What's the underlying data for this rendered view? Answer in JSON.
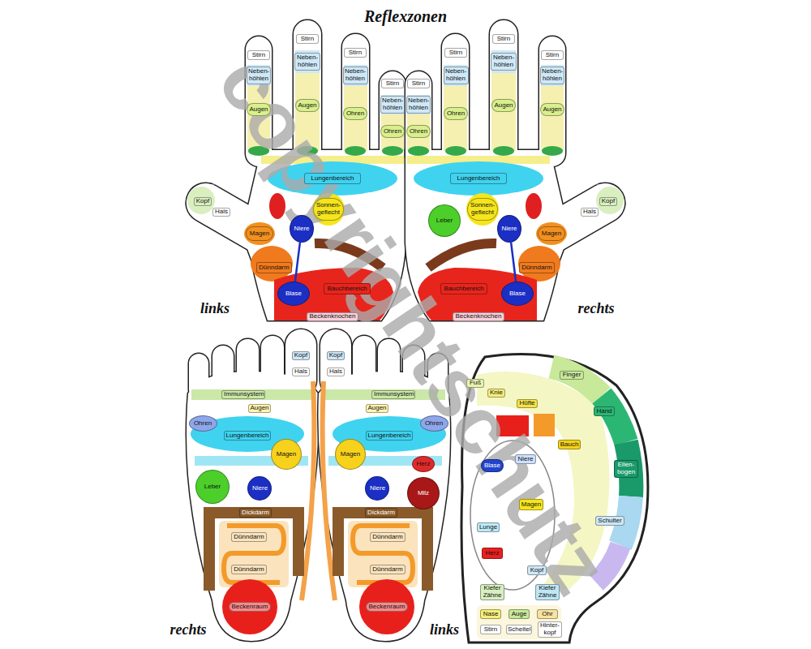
{
  "diagram": {
    "title": "Reflexzonen",
    "nodes": [
      {
        "text": [
          "Stirn"
        ]
      },
      {
        "text": [
          "Neben-höhlen"
        ]
      },
      {
        "text": [
          "Augen"
        ]
      },
      {
        "text": [
          "Stirn"
        ]
      },
      {
        "text": [
          "Neben-höhlen"
        ]
      },
      {
        "text": [
          "Augen"
        ]
      },
      {
        "text": [
          "Stirn"
        ]
      },
      {
        "text": [
          "Neben-höhlen"
        ]
      },
      {
        "text": [
          "Ohren"
        ]
      },
      {
        "text": [
          "Stirn"
        ]
      },
      {
        "text": [
          "Neben-höhlen"
        ]
      },
      {
        "text": [
          "Ohren"
        ]
      },
      {
        "text": [
          "Kopf"
        ]
      },
      {
        "text": [
          "Hals"
        ]
      },
      {
        "text": [
          "Lungenbereich"
        ]
      },
      {
        "text": [
          "Sonnen-geflecht"
        ]
      },
      {
        "text": [
          "Magen"
        ]
      },
      {
        "text": [
          "Niere"
        ]
      },
      {
        "text": [
          "Dünndarm"
        ]
      },
      {
        "text": [
          "Bauchbereich"
        ]
      },
      {
        "text": [
          "Blase"
        ]
      },
      {
        "text": [
          "Beckenknochen"
        ]
      },
      {
        "text": [
          "Stirn"
        ]
      },
      {
        "text": [
          "Neben-höhlen"
        ]
      },
      {
        "text": [
          "Augen"
        ]
      },
      {
        "text": [
          "Stirn"
        ]
      },
      {
        "text": [
          "Neben-höhlen"
        ]
      },
      {
        "text": [
          "Augen"
        ]
      },
      {
        "text": [
          "Stirn"
        ]
      },
      {
        "text": [
          "Neben-höhlen"
        ]
      },
      {
        "text": [
          "Ohren"
        ]
      },
      {
        "text": [
          "Stirn"
        ]
      },
      {
        "text": [
          "Neben-höhlen"
        ]
      },
      {
        "text": [
          "Ohren"
        ]
      },
      {
        "text": [
          "Kopf"
        ]
      },
      {
        "text": [
          "Hals"
        ]
      },
      {
        "text": [
          "Lungenbereich"
        ]
      },
      {
        "text": [
          "Sonnen-geflecht"
        ]
      },
      {
        "text": [
          "Magen"
        ]
      },
      {
        "text": [
          "Niere"
        ]
      },
      {
        "text": [
          "Dünndarm"
        ]
      },
      {
        "text": [
          "Bauchbereich"
        ]
      },
      {
        "text": [
          "Blase"
        ]
      },
      {
        "text": [
          "Beckenknochen"
        ]
      },
      {
        "text": [
          "Leber"
        ]
      },
      {
        "text": [
          "Kopf"
        ]
      },
      {
        "text": [
          "Hals"
        ]
      },
      {
        "text": [
          "Immunsystem"
        ]
      },
      {
        "text": [
          "Augen"
        ]
      },
      {
        "text": [
          "Ohren"
        ]
      },
      {
        "text": [
          "Lungenbereich"
        ]
      },
      {
        "text": [
          "Magen"
        ]
      },
      {
        "text": [
          "Leber"
        ]
      },
      {
        "text": [
          "Niere"
        ]
      },
      {
        "text": [
          "Dickdarm"
        ]
      },
      {
        "text": [
          "Dünndarm"
        ]
      },
      {
        "text": [
          "Dünndarm"
        ]
      },
      {
        "text": [
          "Beckenraum"
        ]
      },
      {
        "text": [
          "Kopf"
        ]
      },
      {
        "text": [
          "Hals"
        ]
      },
      {
        "text": [
          "Immunsystem"
        ]
      },
      {
        "text": [
          "Augen"
        ]
      },
      {
        "text": [
          "Ohren"
        ]
      },
      {
        "text": [
          "Lungenbereich"
        ]
      },
      {
        "text": [
          "Magen"
        ]
      },
      {
        "text": [
          "Herz"
        ]
      },
      {
        "text": [
          "Milz"
        ]
      },
      {
        "text": [
          "Niere"
        ]
      },
      {
        "text": [
          "Dickdarm"
        ]
      },
      {
        "text": [
          "Dünndarm"
        ]
      },
      {
        "text": [
          "Dünndarm"
        ]
      },
      {
        "text": [
          "Beckenraum"
        ]
      },
      {
        "text": [
          "Fuß"
        ]
      },
      {
        "text": [
          "Knie"
        ]
      },
      {
        "text": [
          "Hüfte"
        ]
      },
      {
        "text": [
          "Finger"
        ]
      },
      {
        "text": [
          "Hand"
        ]
      },
      {
        "text": [
          "Ellen-bogen"
        ]
      },
      {
        "text": [
          "Bauch"
        ]
      },
      {
        "text": [
          "Schulter"
        ]
      },
      {
        "text": [
          "Blase"
        ]
      },
      {
        "text": [
          "Niere"
        ]
      },
      {
        "text": [
          "Magen"
        ]
      },
      {
        "text": [
          "Lunge"
        ]
      },
      {
        "text": [
          "Herz"
        ]
      },
      {
        "text": [
          "Kopf"
        ]
      },
      {
        "text": [
          "Kiefer Zähne"
        ]
      },
      {
        "text": [
          "Kiefer Zähne"
        ]
      },
      {
        "text": [
          "Nase"
        ]
      },
      {
        "text": [
          "Auge"
        ]
      },
      {
        "text": [
          "Ohr"
        ]
      },
      {
        "text": [
          "Stirn"
        ]
      },
      {
        "text": [
          "Scheitel"
        ]
      },
      {
        "text": [
          "Hinter-kopf"
        ]
      }
    ],
    "edges": [
      {
        "from": 17,
        "to": 20,
        "arrow": "none"
      },
      {
        "from": 39,
        "to": 42,
        "arrow": "none"
      }
    ],
    "labels": [
      "links",
      "rechts",
      "rechts",
      "links",
      "copyrightschutz"
    ]
  }
}
